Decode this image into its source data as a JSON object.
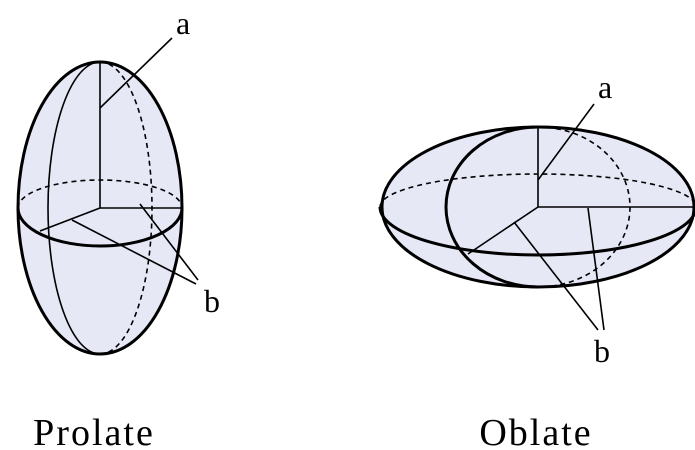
{
  "prolate": {
    "caption": "Prolate",
    "label_a": "a",
    "label_b": "b"
  },
  "oblate": {
    "caption": "Oblate",
    "label_a": "a",
    "label_b": "b"
  },
  "colors": {
    "fill": "#e6e8f6",
    "stroke": "#000000"
  }
}
